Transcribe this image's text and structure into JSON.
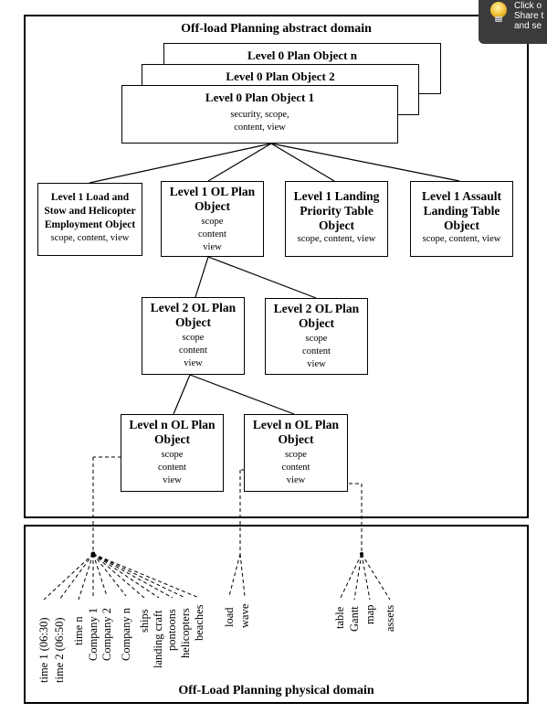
{
  "abstract_domain": {
    "title": "Off-load Planning abstract domain",
    "level0": {
      "n": "Level 0 Plan Object n",
      "two": "Level 0 Plan Object 2",
      "one": "Level 0 Plan Object 1",
      "one_attrs_1": "security, scope,",
      "one_attrs_2": "content, view"
    },
    "level1": {
      "load_stow": {
        "l1": "Level 1 Load and",
        "l2": "Stow and Helicopter",
        "l3": "Employment Object",
        "attrs": "scope, content, view"
      },
      "ol_plan": {
        "l1": "Level 1 OL Plan",
        "l2": "Object",
        "a1": "scope",
        "a2": "content",
        "a3": "view"
      },
      "landing_priority": {
        "l1": "Level 1 Landing",
        "l2": "Priority Table",
        "l3": "Object",
        "attrs": "scope, content, view"
      },
      "assault_landing": {
        "l1": "Level 1 Assault",
        "l2": "Landing Table",
        "l3": "Object",
        "attrs": "scope, content, view"
      }
    },
    "level2": {
      "left": {
        "l1": "Level 2 OL Plan",
        "l2": "Object",
        "a1": "scope",
        "a2": "content",
        "a3": "view"
      },
      "right": {
        "l1": "Level 2 OL Plan",
        "l2": "Object",
        "a1": "scope",
        "a2": "content",
        "a3": "view"
      }
    },
    "leveln": {
      "left": {
        "l1": "Level n OL Plan",
        "l2": "Object",
        "a1": "scope",
        "a2": "content",
        "a3": "view"
      },
      "right": {
        "l1": "Level n OL Plan",
        "l2": "Object",
        "a1": "scope",
        "a2": "content",
        "a3": "view"
      }
    }
  },
  "physical_domain": {
    "title": "Off-Load Planning physical domain",
    "scope_items": [
      "time 1 (06:30)",
      "time 2 (06:50)",
      "time n",
      "Company 1",
      "Company 2",
      "Company n",
      "ships",
      "landing craft",
      "pontoons",
      "helicopters",
      "beaches"
    ],
    "content_items": [
      "load",
      "wave"
    ],
    "view_items": [
      "table",
      "Gantt",
      "map",
      "assets"
    ]
  },
  "tooltip": {
    "l1": "Click o",
    "l2": "Share t",
    "l3": "and se",
    "icon": "lightbulb-icon"
  }
}
